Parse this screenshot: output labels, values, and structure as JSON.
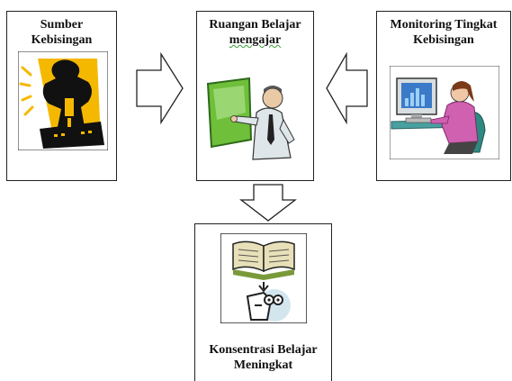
{
  "boxes": {
    "sumber": {
      "line1": "Sumber",
      "line2": "Kebisingan",
      "icon": "noise-source-icon"
    },
    "ruangan": {
      "line1": "Ruangan Belajar",
      "line2": "mengajar",
      "icon": "teacher-blackboard-icon"
    },
    "monitoring": {
      "line1": "Monitoring Tingkat",
      "line2": "Kebisingan",
      "icon": "computer-user-icon"
    },
    "konsentrasi": {
      "line1": "Konsentrasi Belajar",
      "line2": "Meningkat",
      "icon": "book-thinking-icon"
    }
  },
  "colors": {
    "accent_yellow": "#f5b800",
    "board_green": "#6fbf3a",
    "shirt_pink": "#d060b0",
    "border": "#222222"
  }
}
